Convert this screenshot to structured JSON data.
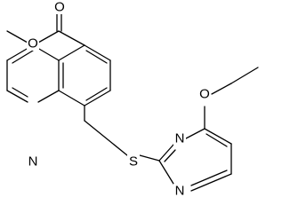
{
  "molecule": {
    "atoms": {
      "ester_carbonyl_oxygen": "O",
      "ester_oxygen": "O",
      "quinoline_nitrogen": "N",
      "thioether_sulfur": "S",
      "pyrimidine_nitrogen_1": "N",
      "pyrimidine_nitrogen_3": "N",
      "ethoxy_oxygen": "O"
    }
  }
}
